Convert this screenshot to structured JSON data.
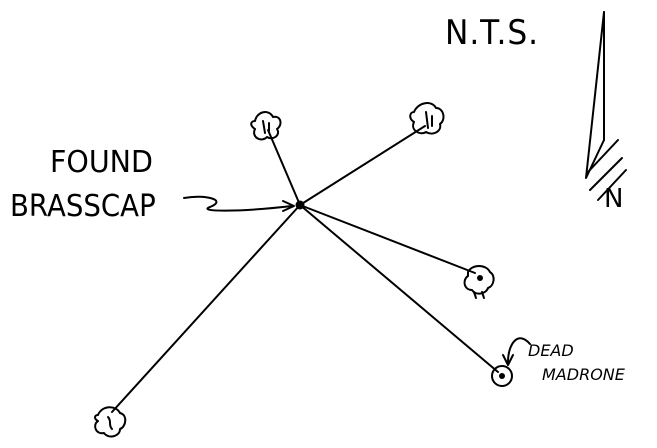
{
  "sketch": {
    "scale_note": "N.T.S.",
    "north_label": "N",
    "monument_label": [
      "FOUND",
      "BRASSCAP"
    ],
    "tree_label": [
      "DEAD",
      "MADRONE"
    ]
  },
  "icons": {
    "bearing_tree": "tree-symbol-icon",
    "monument": "brass-cap-dot-icon",
    "north_arrow": "north-arrow-icon"
  },
  "colors": {
    "ink": "#000000",
    "paper": "#ffffff"
  }
}
